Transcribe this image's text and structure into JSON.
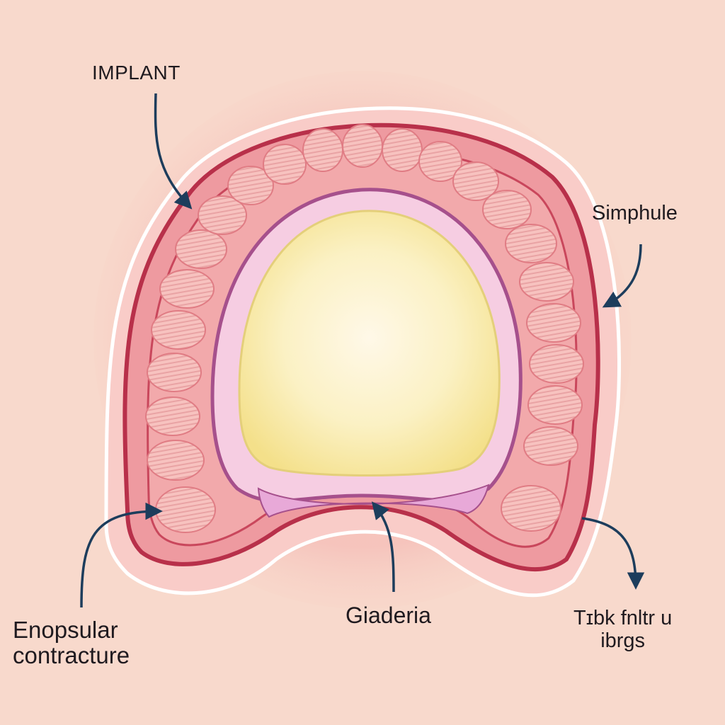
{
  "labels": {
    "implant": "IMPLANT",
    "simphule": "Simphule",
    "enopsular": [
      "Enopsular",
      "contracture"
    ],
    "giaderia": "Giaderia",
    "tubk": [
      "Tɪbk fnltr u",
      "ibrgs"
    ]
  },
  "colors": {
    "background": "#f8d9cc",
    "outer_capsule": "#e88a94",
    "capsule_outline": "#b8304a",
    "cell_fill": "#f6b8b6",
    "cell_stripe": "#e99c9e",
    "inner_membrane": "#d8a4cf",
    "implant_core": "#faeeb8",
    "arrow": "#1d3d5c"
  }
}
